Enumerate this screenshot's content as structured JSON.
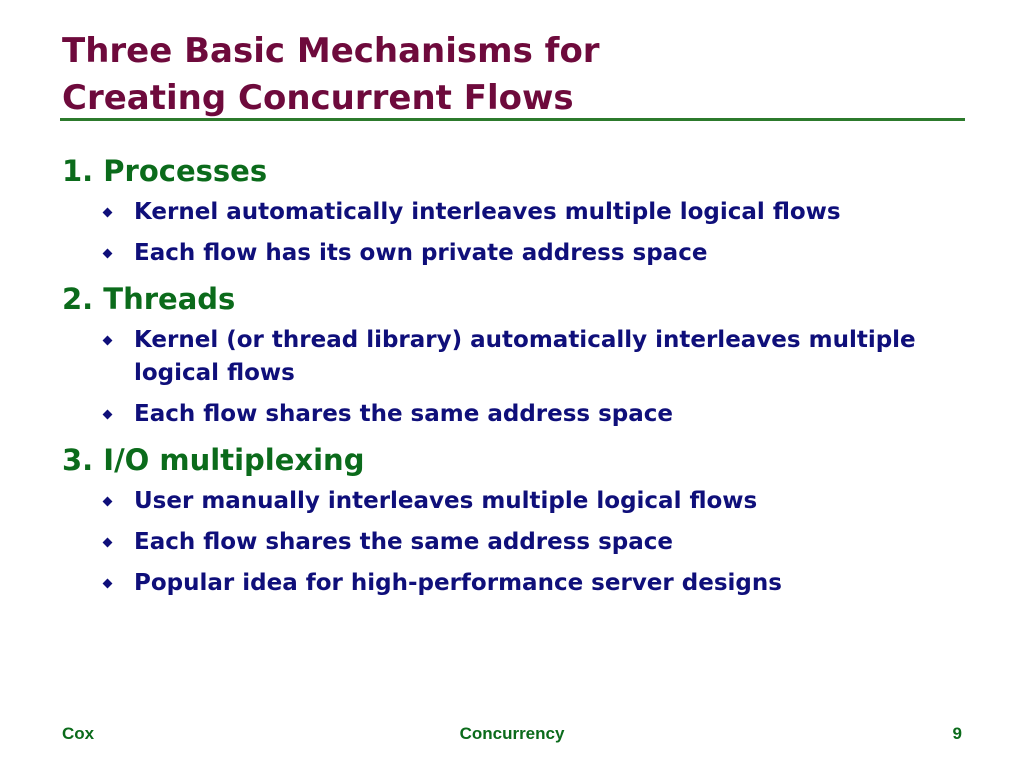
{
  "slide": {
    "title_line1": "Three Basic Mechanisms for",
    "title_line2": "Creating Concurrent Flows",
    "sections": [
      {
        "heading": "1. Processes",
        "bullets": [
          "Kernel automatically interleaves multiple logical flows",
          "Each flow has its own private address space"
        ]
      },
      {
        "heading": "2. Threads",
        "bullets": [
          "Kernel (or thread library) automatically interleaves multiple logical flows",
          "Each flow shares the same address space"
        ]
      },
      {
        "heading": "3. I/O multiplexing",
        "bullets": [
          "User manually interleaves multiple logical flows",
          "Each flow shares the same address space",
          "Popular idea for high-performance server designs"
        ]
      }
    ]
  },
  "footer": {
    "left": "Cox",
    "center": "Concurrency",
    "right": "9"
  },
  "colors": {
    "title": "#6e0a3c",
    "heading": "#0b6b1b",
    "bullet_text": "#0f0f7a",
    "rule": "#2c7a2c"
  },
  "icons": {
    "bullet": "diamond-bullet-icon"
  }
}
